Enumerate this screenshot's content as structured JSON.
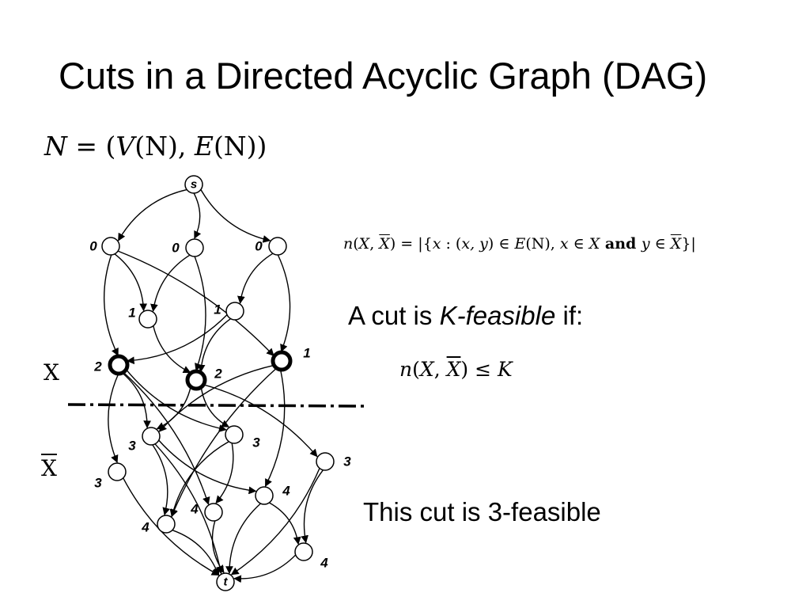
{
  "title": "Cuts in a Directed Acyclic Graph (DAG)",
  "network_definition": {
    "lhs": "N",
    "eq": " = (",
    "v": "V",
    "v_arg": "(N), ",
    "e": "E",
    "e_arg": "(N))"
  },
  "count_definition": {
    "n": "n",
    "open": "(",
    "x": "X",
    "comma": ", ",
    "xbar": "X",
    "mid": ") = |{",
    "var_x": "x",
    "colon": " : (",
    "pair": "x, y",
    "in_e": ") ∈ ",
    "e": "E",
    "n_arg": "(N), ",
    "var_x2": "x",
    "in_x": " ∈ ",
    "x2": "X",
    "and": " and ",
    "var_y": "y",
    "in2": " ∈ ",
    "xbar2": "X",
    "close": "}|"
  },
  "feasible_label": {
    "prefix": "A cut is ",
    "term": "K-feasible",
    "suffix": " if:"
  },
  "feasible_condition": {
    "n": "n",
    "open": "(",
    "x": "X",
    "comma": ", ",
    "xbar": "X",
    "close": ")",
    "leq": " ≤ ",
    "k": "K"
  },
  "result_text": "This cut is 3-feasible",
  "set_labels": {
    "x": "X",
    "xbar": "X"
  },
  "graph": {
    "nodes": [
      {
        "id": "s",
        "label": "s",
        "level": "s",
        "cut": false
      },
      {
        "id": "a1",
        "label": "0",
        "level": "0",
        "cut": false
      },
      {
        "id": "a2",
        "label": "0",
        "level": "0",
        "cut": false
      },
      {
        "id": "a3",
        "label": "0",
        "level": "0",
        "cut": false
      },
      {
        "id": "b1",
        "label": "1",
        "level": "1",
        "cut": false
      },
      {
        "id": "b2",
        "label": "1",
        "level": "1",
        "cut": false
      },
      {
        "id": "c1",
        "label": "2",
        "level": "2",
        "cut": true
      },
      {
        "id": "c2",
        "label": "2",
        "level": "2",
        "cut": true
      },
      {
        "id": "c3",
        "label": "1",
        "level": "1",
        "cut": true
      },
      {
        "id": "d1",
        "label": "3",
        "level": "3",
        "cut": false
      },
      {
        "id": "d2",
        "label": "3",
        "level": "3",
        "cut": false
      },
      {
        "id": "d3",
        "label": "3",
        "level": "3",
        "cut": false
      },
      {
        "id": "d4",
        "label": "3",
        "level": "3",
        "cut": false
      },
      {
        "id": "e1",
        "label": "4",
        "level": "4",
        "cut": false
      },
      {
        "id": "e2",
        "label": "4",
        "level": "4",
        "cut": false
      },
      {
        "id": "e3",
        "label": "4",
        "level": "4",
        "cut": false
      },
      {
        "id": "e4",
        "label": "4",
        "level": "4",
        "cut": false
      },
      {
        "id": "t",
        "label": "t",
        "level": "t",
        "cut": false
      }
    ],
    "edges": [
      [
        "s",
        "a1"
      ],
      [
        "s",
        "a2"
      ],
      [
        "s",
        "a3"
      ],
      [
        "a1",
        "b1"
      ],
      [
        "a1",
        "c1"
      ],
      [
        "a1",
        "c3"
      ],
      [
        "a2",
        "b1"
      ],
      [
        "a2",
        "c2"
      ],
      [
        "a3",
        "b2"
      ],
      [
        "a3",
        "c3"
      ],
      [
        "b1",
        "c2"
      ],
      [
        "b2",
        "c1"
      ],
      [
        "b2",
        "c2"
      ],
      [
        "c1",
        "d1"
      ],
      [
        "c1",
        "d2"
      ],
      [
        "c1",
        "e2"
      ],
      [
        "c1",
        "d4"
      ],
      [
        "c2",
        "d1"
      ],
      [
        "c2",
        "d2"
      ],
      [
        "c2",
        "d3"
      ],
      [
        "c3",
        "d1"
      ],
      [
        "c3",
        "e3"
      ],
      [
        "c3",
        "e1"
      ],
      [
        "d1",
        "e1"
      ],
      [
        "d1",
        "e3"
      ],
      [
        "d1",
        "t"
      ],
      [
        "d2",
        "e1"
      ],
      [
        "d2",
        "e2"
      ],
      [
        "d3",
        "e4"
      ],
      [
        "d3",
        "t"
      ],
      [
        "d4",
        "t"
      ],
      [
        "e1",
        "t"
      ],
      [
        "e2",
        "t"
      ],
      [
        "e3",
        "e4"
      ],
      [
        "e3",
        "t"
      ],
      [
        "e4",
        "t"
      ]
    ]
  }
}
